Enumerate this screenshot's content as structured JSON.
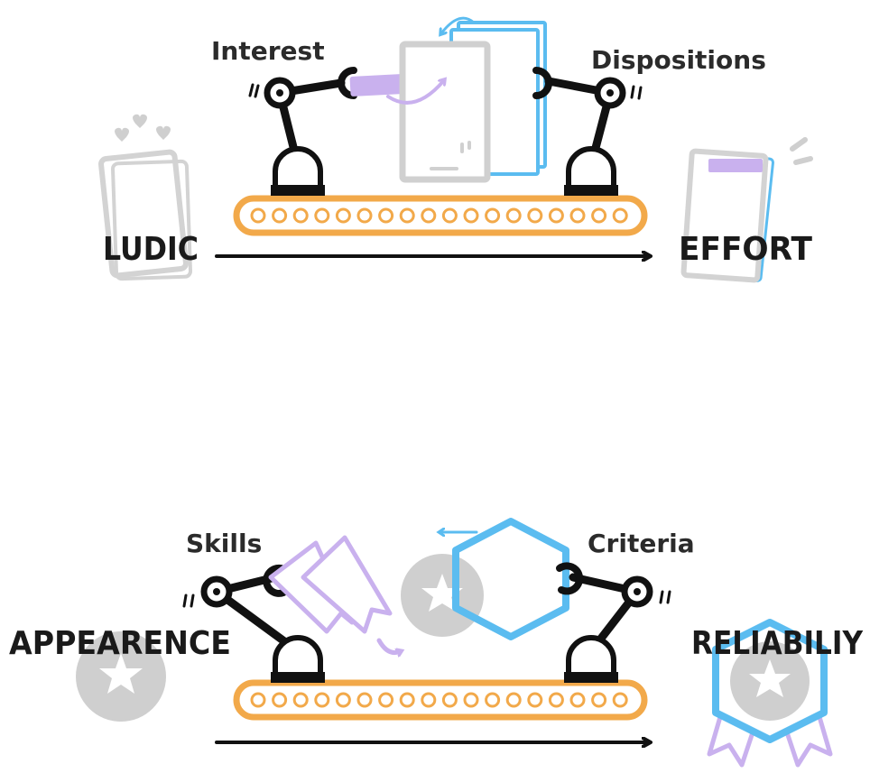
{
  "top": {
    "left_label": "Interest",
    "right_label": "Dispositions",
    "start_word": "LUDIC",
    "end_word": "EFFORT"
  },
  "bottom": {
    "left_label": "Skills",
    "right_label": "Criteria",
    "start_word": "APPEARENCE",
    "end_word": "RELIABILIY"
  },
  "colors": {
    "belt": "#f2a94a",
    "purple": "#c9b1ee",
    "blue": "#5bbcf0",
    "gray": "#cfcfcf",
    "ink": "#111111"
  }
}
